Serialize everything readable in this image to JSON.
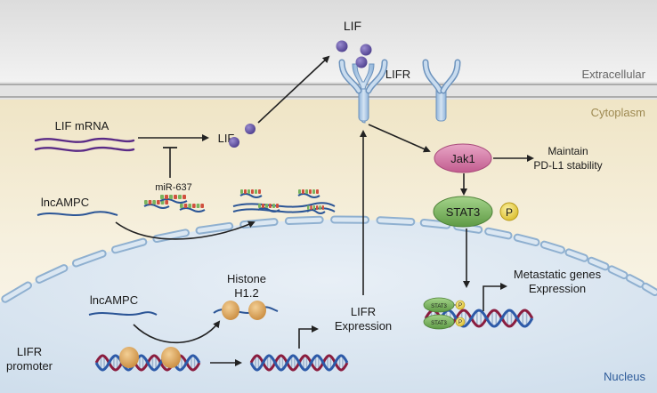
{
  "regions": {
    "extracellular": "Extracellular",
    "cytoplasm": "Cytoplasm",
    "nucleus": "Nucleus"
  },
  "labels": {
    "lif_top": "LIF",
    "lifr_membrane": "LIFR",
    "lif_mrna": "LIF mRNA",
    "lif_cyto": "LIF",
    "mir637": "miR-637",
    "lncampc_cyto": "lncAMPC",
    "jak1": "Jak1",
    "maintain_line1": "Maintain",
    "maintain_line2": "PD-L1 stability",
    "stat3": "STAT3",
    "phospho": "P",
    "histone_line1": "Histone",
    "histone_line2": "H1.2",
    "lncampc_nuc": "lncAMPC",
    "lifr_expr_line1": "LIFR",
    "lifr_expr_line2": "Expression",
    "lifr_promoter_line1": "LIFR",
    "lifr_promoter_line2": "promoter",
    "metastatic_line1": "Metastatic genes",
    "metastatic_line2": "Expression",
    "stat3_small": "STAT3",
    "p_small": "P"
  },
  "colors": {
    "extracellular_bg": "#e9e9e9",
    "cytoplasm_bg": "#f1ead3",
    "nucleus_bg": "#d8e4ef",
    "nuclear_envelope": "#b6cde2",
    "membrane": "#c9c9c9",
    "lif_particle": "#6b5ba9",
    "receptor": "#a9c6e4",
    "mrna": "#5a2a86",
    "lncrna": "#2b5596",
    "jak1": "#d77aa7",
    "stat3": "#79b35e",
    "phospho": "#f3dc4f",
    "histone": "#e0a55d",
    "dna_blue": "#2d5aa8",
    "dna_red": "#8a1d3f",
    "nucleus_text": "#2e5b9a",
    "cytoplasm_text": "#9e8a52",
    "extracellular_text": "#666666"
  }
}
